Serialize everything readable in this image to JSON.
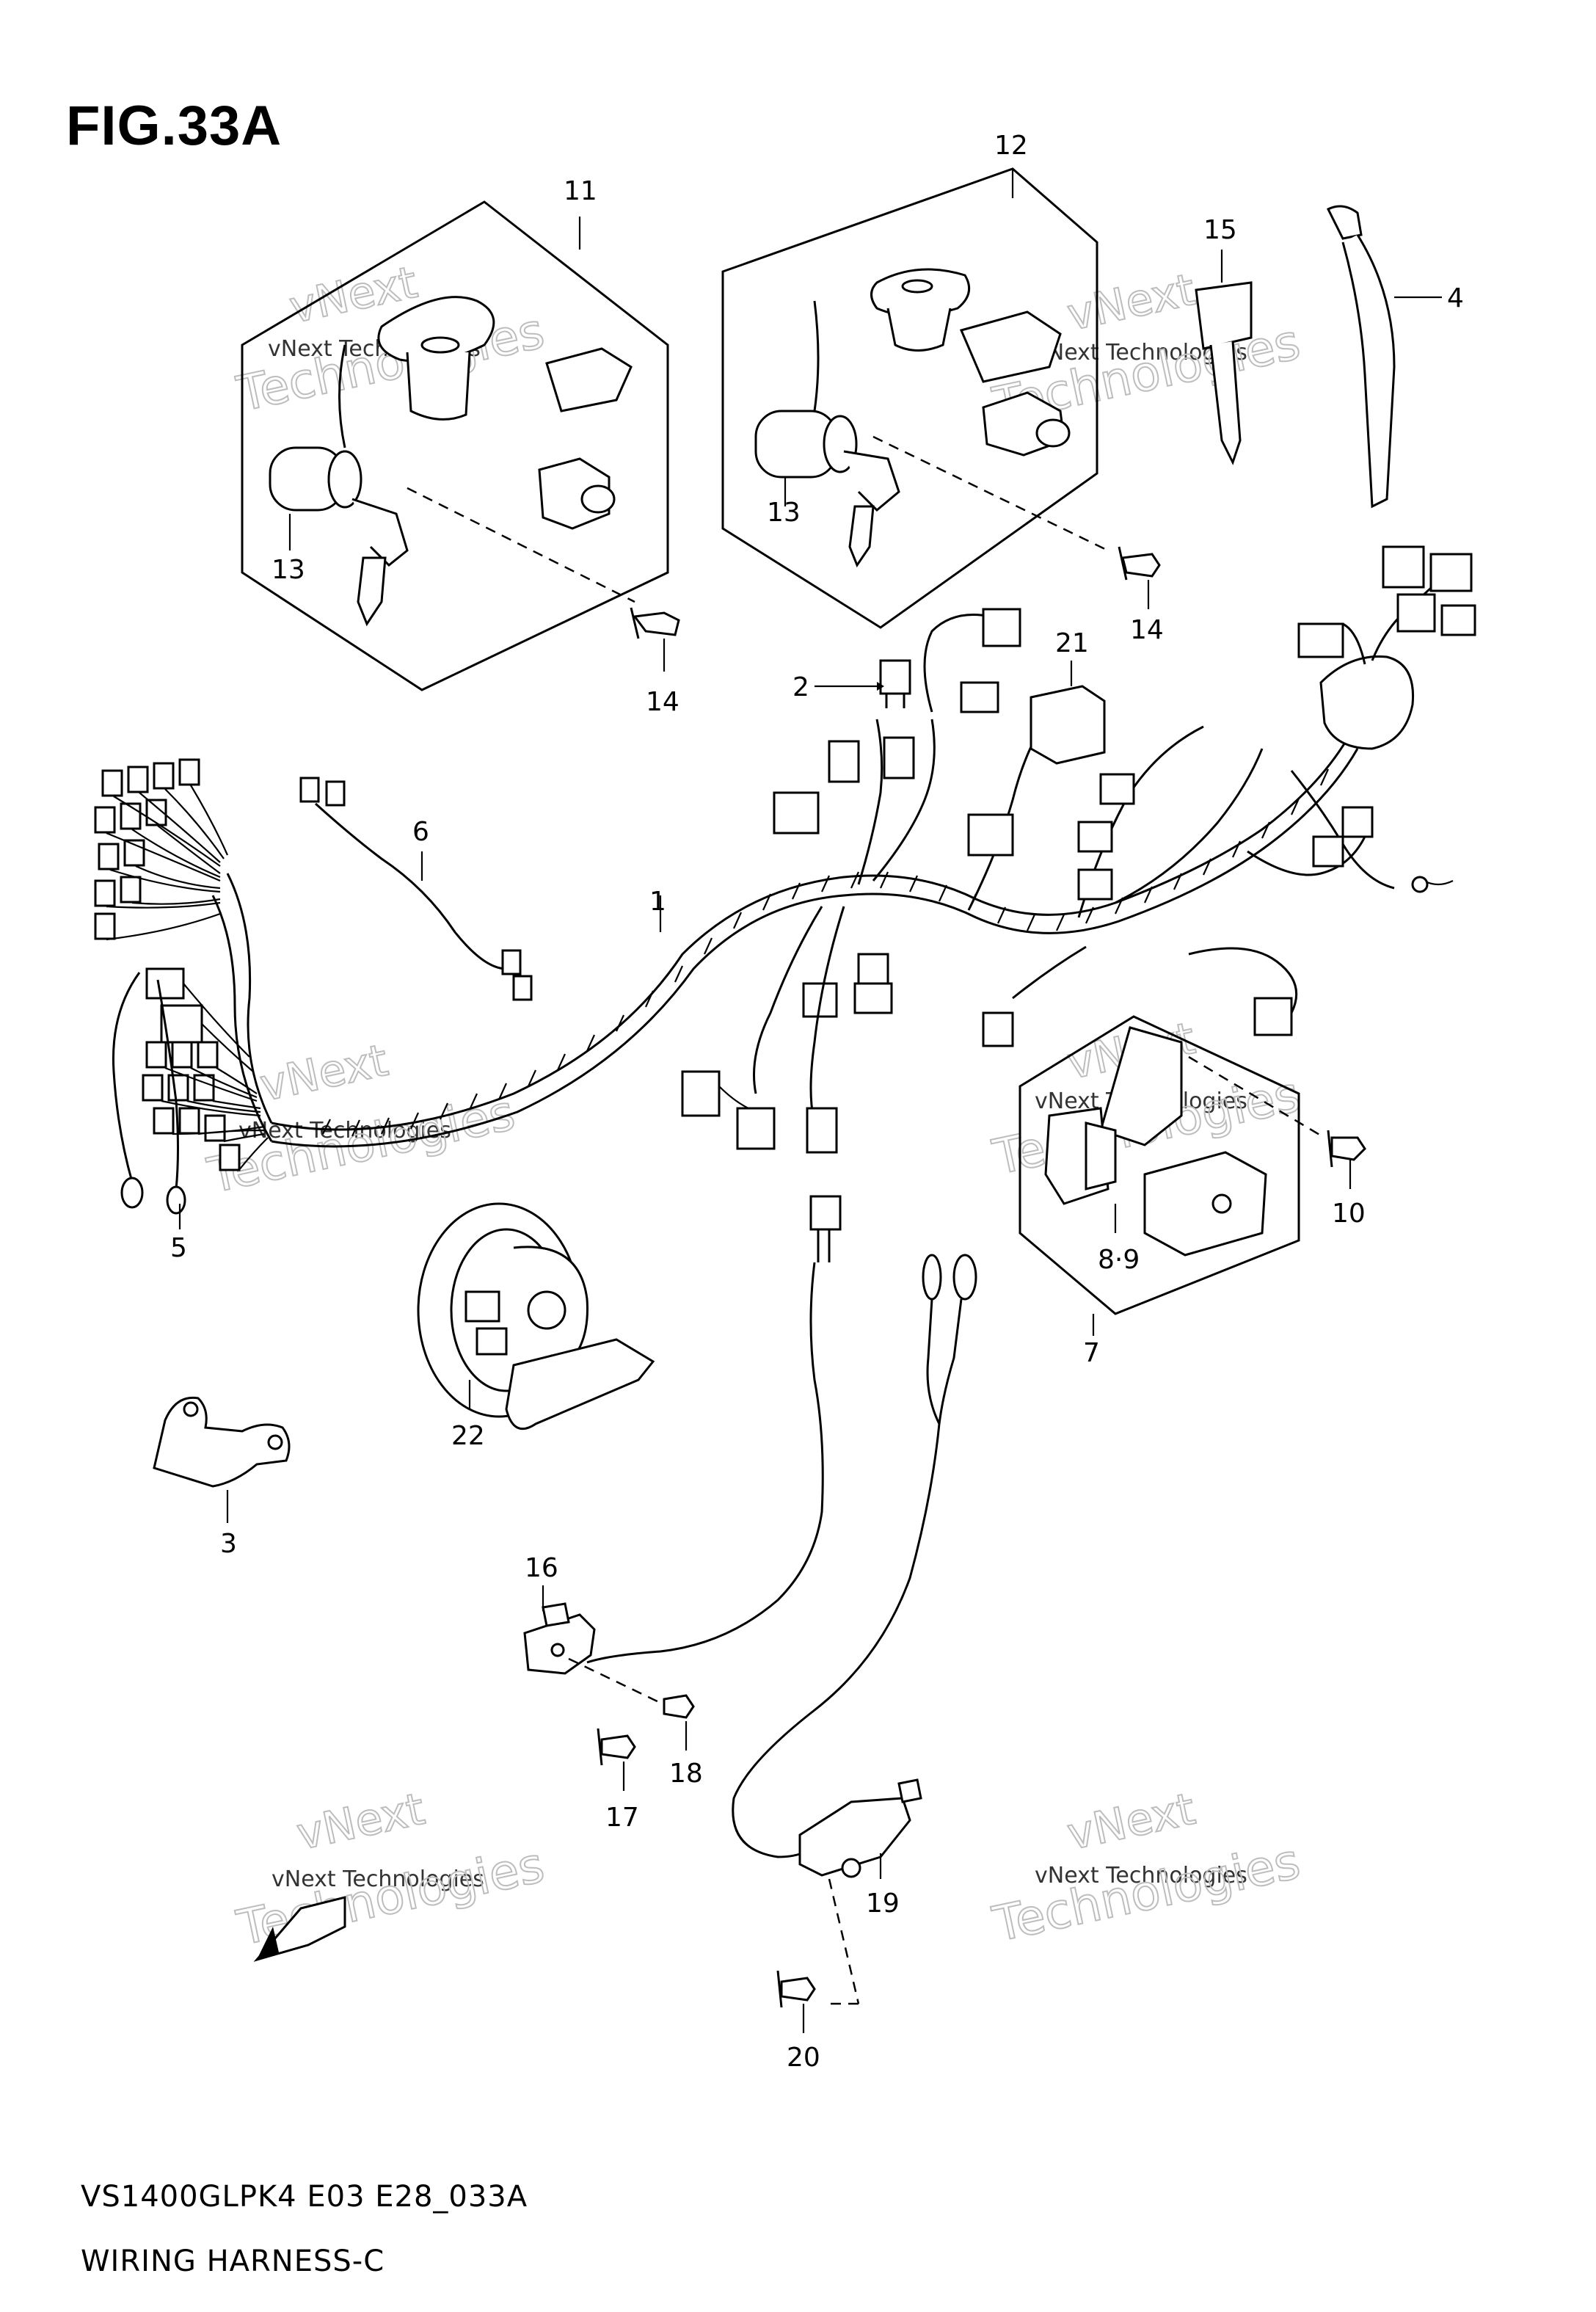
{
  "figure": {
    "title": "FIG.33A",
    "model_code": "VS1400GLPK4 E03 E28_033A",
    "name": "WIRING HARNESS-C"
  },
  "callouts": [
    {
      "id": "c1",
      "label": "1"
    },
    {
      "id": "c2",
      "label": "2"
    },
    {
      "id": "c3",
      "label": "3"
    },
    {
      "id": "c4",
      "label": "4"
    },
    {
      "id": "c5",
      "label": "5"
    },
    {
      "id": "c6",
      "label": "6"
    },
    {
      "id": "c7",
      "label": "7"
    },
    {
      "id": "c8",
      "label": "8·9"
    },
    {
      "id": "c10",
      "label": "10"
    },
    {
      "id": "c11",
      "label": "11"
    },
    {
      "id": "c12",
      "label": "12"
    },
    {
      "id": "c13a",
      "label": "13"
    },
    {
      "id": "c13b",
      "label": "13"
    },
    {
      "id": "c14a",
      "label": "14"
    },
    {
      "id": "c14b",
      "label": "14"
    },
    {
      "id": "c15",
      "label": "15"
    },
    {
      "id": "c16",
      "label": "16"
    },
    {
      "id": "c17",
      "label": "17"
    },
    {
      "id": "c18",
      "label": "18"
    },
    {
      "id": "c19",
      "label": "19"
    },
    {
      "id": "c20",
      "label": "20"
    },
    {
      "id": "c21",
      "label": "21"
    },
    {
      "id": "c22",
      "label": "22"
    }
  ],
  "watermark": {
    "line1": "vNext Technologies",
    "line2": "vNext",
    "line3": "Technologies"
  }
}
